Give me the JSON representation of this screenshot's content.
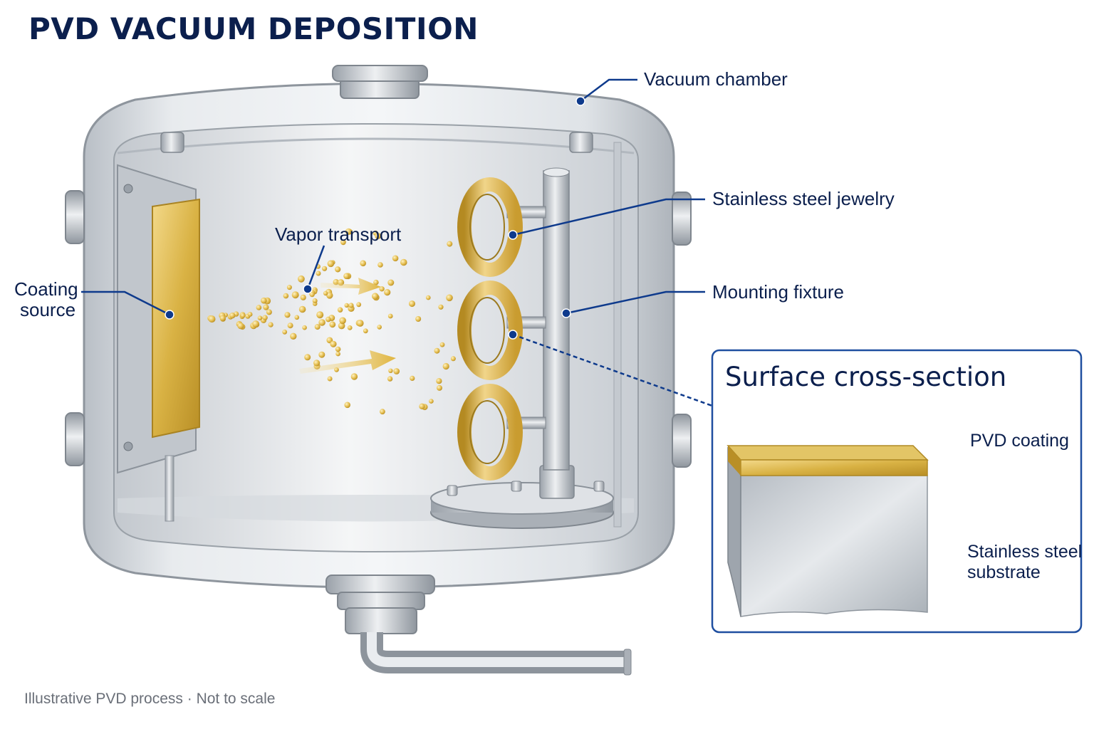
{
  "title": "PVD VACUUM DEPOSITION",
  "labels": {
    "vacuum_chamber": "Vacuum chamber",
    "stainless_steel_jewelry": "Stainless steel jewelry",
    "mounting_fixture": "Mounting fixture",
    "coating_source_line1": "Coating",
    "coating_source_line2": "source",
    "vapor_transport": "Vapor transport"
  },
  "inset": {
    "title": "Surface cross-section",
    "pvd_coating": "PVD coating",
    "substrate_line1": "Stainless steel",
    "substrate_line2": "substrate"
  },
  "footer": "Illustrative PVD process · Not to scale",
  "colors": {
    "label_text": "#0b1f4d",
    "leader_line": "#0e3a8c",
    "gold": "#d9b244",
    "steel": "#c9ced4",
    "inset_border": "#1f4fa0"
  }
}
